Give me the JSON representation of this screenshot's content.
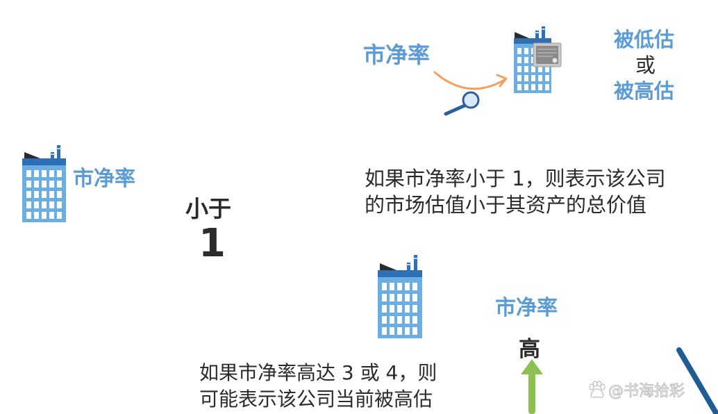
{
  "top": {
    "pb_label": "市净率",
    "result_line1": "被低估",
    "result_or": "或",
    "result_line2": "被高估"
  },
  "left": {
    "pb_label": "市净率",
    "less_than": "小于",
    "value": "1"
  },
  "middle": {
    "explanation_line1": "如果市净率小于 1，则表示该公司",
    "explanation_line2": "的市场估值小于其资产的总价值"
  },
  "bottom": {
    "pb_label": "市净率",
    "high": "高",
    "explanation_line1": "如果市净率高达 3 或 4，则",
    "explanation_line2": "可能表示该公司当前被高估"
  },
  "watermark": {
    "text": "@书海拾彩"
  },
  "colors": {
    "label_blue": "#5b9bd5",
    "building_light": "#6aaee3",
    "building_roof": "#2f6fb4",
    "arrow_orange": "#f0a060",
    "arrow_green": "#8cc152",
    "line_navy": "#1f5c94",
    "text_dark": "#2b2b2b"
  },
  "icons": [
    "building-icon",
    "certificate-icon",
    "magnifier-icon",
    "curved-arrow-icon",
    "up-arrow-icon",
    "baidu-paw-icon"
  ]
}
